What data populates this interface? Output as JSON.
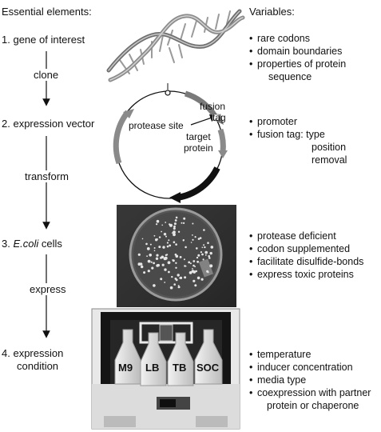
{
  "headers": {
    "left": "Essential elements:",
    "right": "Variables:"
  },
  "steps": [
    {
      "num": "1.",
      "label": "gene of interest"
    },
    {
      "num": "2.",
      "label": "expression vector"
    },
    {
      "num": "3.",
      "label_italic": "E.coli",
      "label": " cells"
    },
    {
      "num": "4.",
      "label": "expression",
      "label2": "condition"
    }
  ],
  "verbs": {
    "clone": "clone",
    "transform": "transform",
    "express": "express"
  },
  "vector_labels": {
    "fusion": "fusion",
    "tag": "tag",
    "protease_site": "protease site",
    "target": "target",
    "protein": "protein"
  },
  "variables": {
    "gene": [
      "rare codons",
      "domain boundaries",
      "properties of protein",
      "sequence"
    ],
    "vector": [
      "promoter",
      "fusion tag: type",
      "position",
      "removal"
    ],
    "cells": [
      "protease deficient",
      "codon supplemented",
      "facilitate disulfide-bonds",
      "express toxic proteins"
    ],
    "condition": [
      "temperature",
      "inducer concentration",
      "media type",
      "coexpression with partner",
      "protein or chaperone"
    ]
  },
  "flasks": [
    "M9",
    "LB",
    "TB",
    "SOC"
  ]
}
